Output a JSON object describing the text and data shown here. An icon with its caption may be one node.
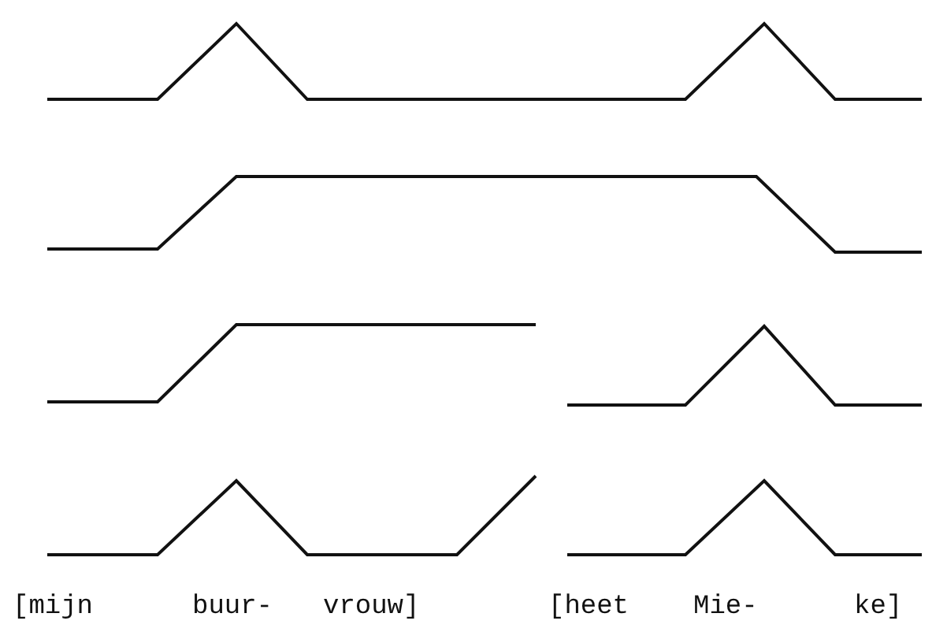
{
  "diagram": {
    "labels": [
      "[mijn",
      "buur-",
      "vrouw]",
      "[heet",
      "Mie-",
      "ke]"
    ]
  }
}
